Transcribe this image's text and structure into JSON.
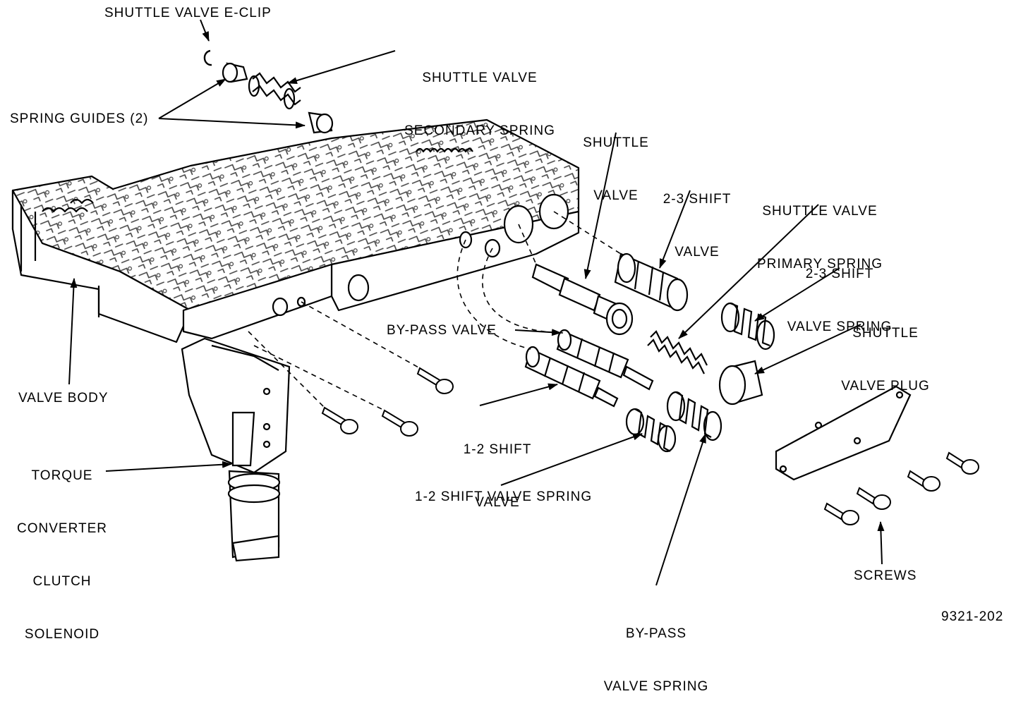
{
  "labels": {
    "shuttle_eclip": "SHUTTLE VALVE E-CLIP",
    "shuttle_secondary_spring_1": "SHUTTLE VALVE",
    "shuttle_secondary_spring_2": "SECONDARY SPRING",
    "spring_guides": "SPRING GUIDES (2)",
    "shuttle_valve_1": "SHUTTLE",
    "shuttle_valve_2": "VALVE",
    "shift_23_valve_1": "2-3 SHIFT",
    "shift_23_valve_2": "VALVE",
    "shuttle_primary_spring_1": "SHUTTLE VALVE",
    "shuttle_primary_spring_2": "PRIMARY SPRING",
    "shift_23_spring_1": "2-3 SHIFT",
    "shift_23_spring_2": "VALVE SPRING",
    "shuttle_plug_1": "SHUTTLE",
    "shuttle_plug_2": "VALVE PLUG",
    "bypass_valve": "BY-PASS VALVE",
    "valve_body": "VALVE BODY",
    "shift_12_valve_1": "1-2 SHIFT",
    "shift_12_valve_2": "VALVE",
    "tcc_1": "TORQUE",
    "tcc_2": "CONVERTER",
    "tcc_3": "CLUTCH",
    "tcc_4": "SOLENOID",
    "shift_12_spring": "1-2 SHIFT VALVE SPRING",
    "screws": "SCREWS",
    "bypass_spring_1": "BY-PASS",
    "bypass_spring_2": "VALVE SPRING",
    "figure_id": "9321-202"
  }
}
